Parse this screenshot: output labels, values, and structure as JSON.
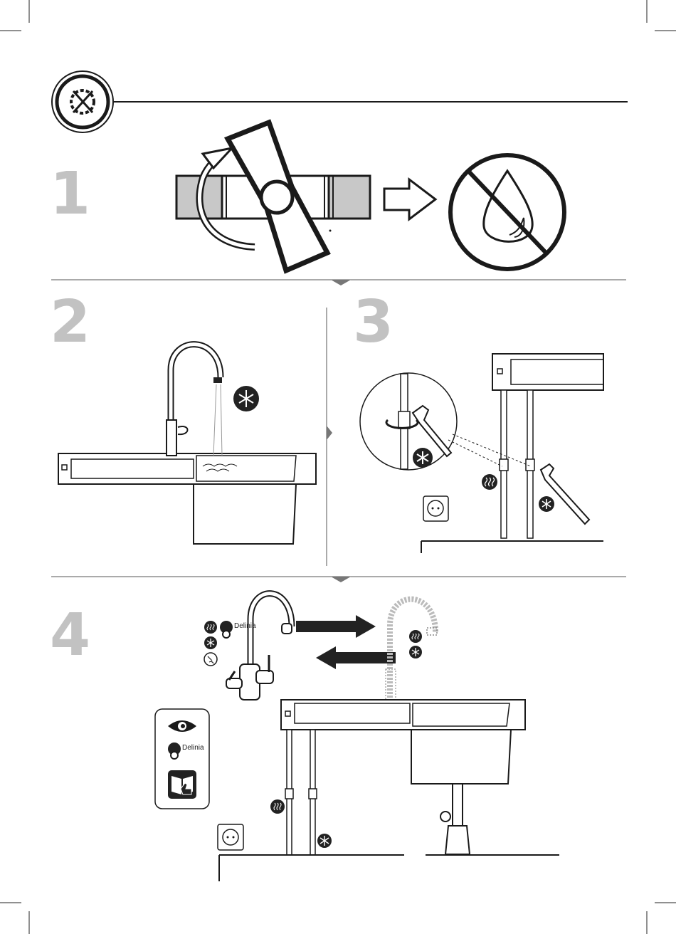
{
  "steps": {
    "step1": "1",
    "step2": "2",
    "step3": "3",
    "step4": "4"
  },
  "brand": {
    "name_top": "Delinia",
    "name_panel": "Delinia"
  },
  "icons": {
    "header": "tools-gear-icon",
    "valve": "valve-turn-icon",
    "no_water": "no-water-icon",
    "cold": "snowflake-icon",
    "hot": "hot-water-icon",
    "socket": "power-socket-icon",
    "eye": "eye-icon",
    "manual": "manual-icon",
    "filter": "filtered-water-icon"
  },
  "colors": {
    "line": "#1a1a1a",
    "step_number": "#c2c2c2",
    "pipe_fill": "#c8c8c8",
    "divider": "#555555"
  }
}
